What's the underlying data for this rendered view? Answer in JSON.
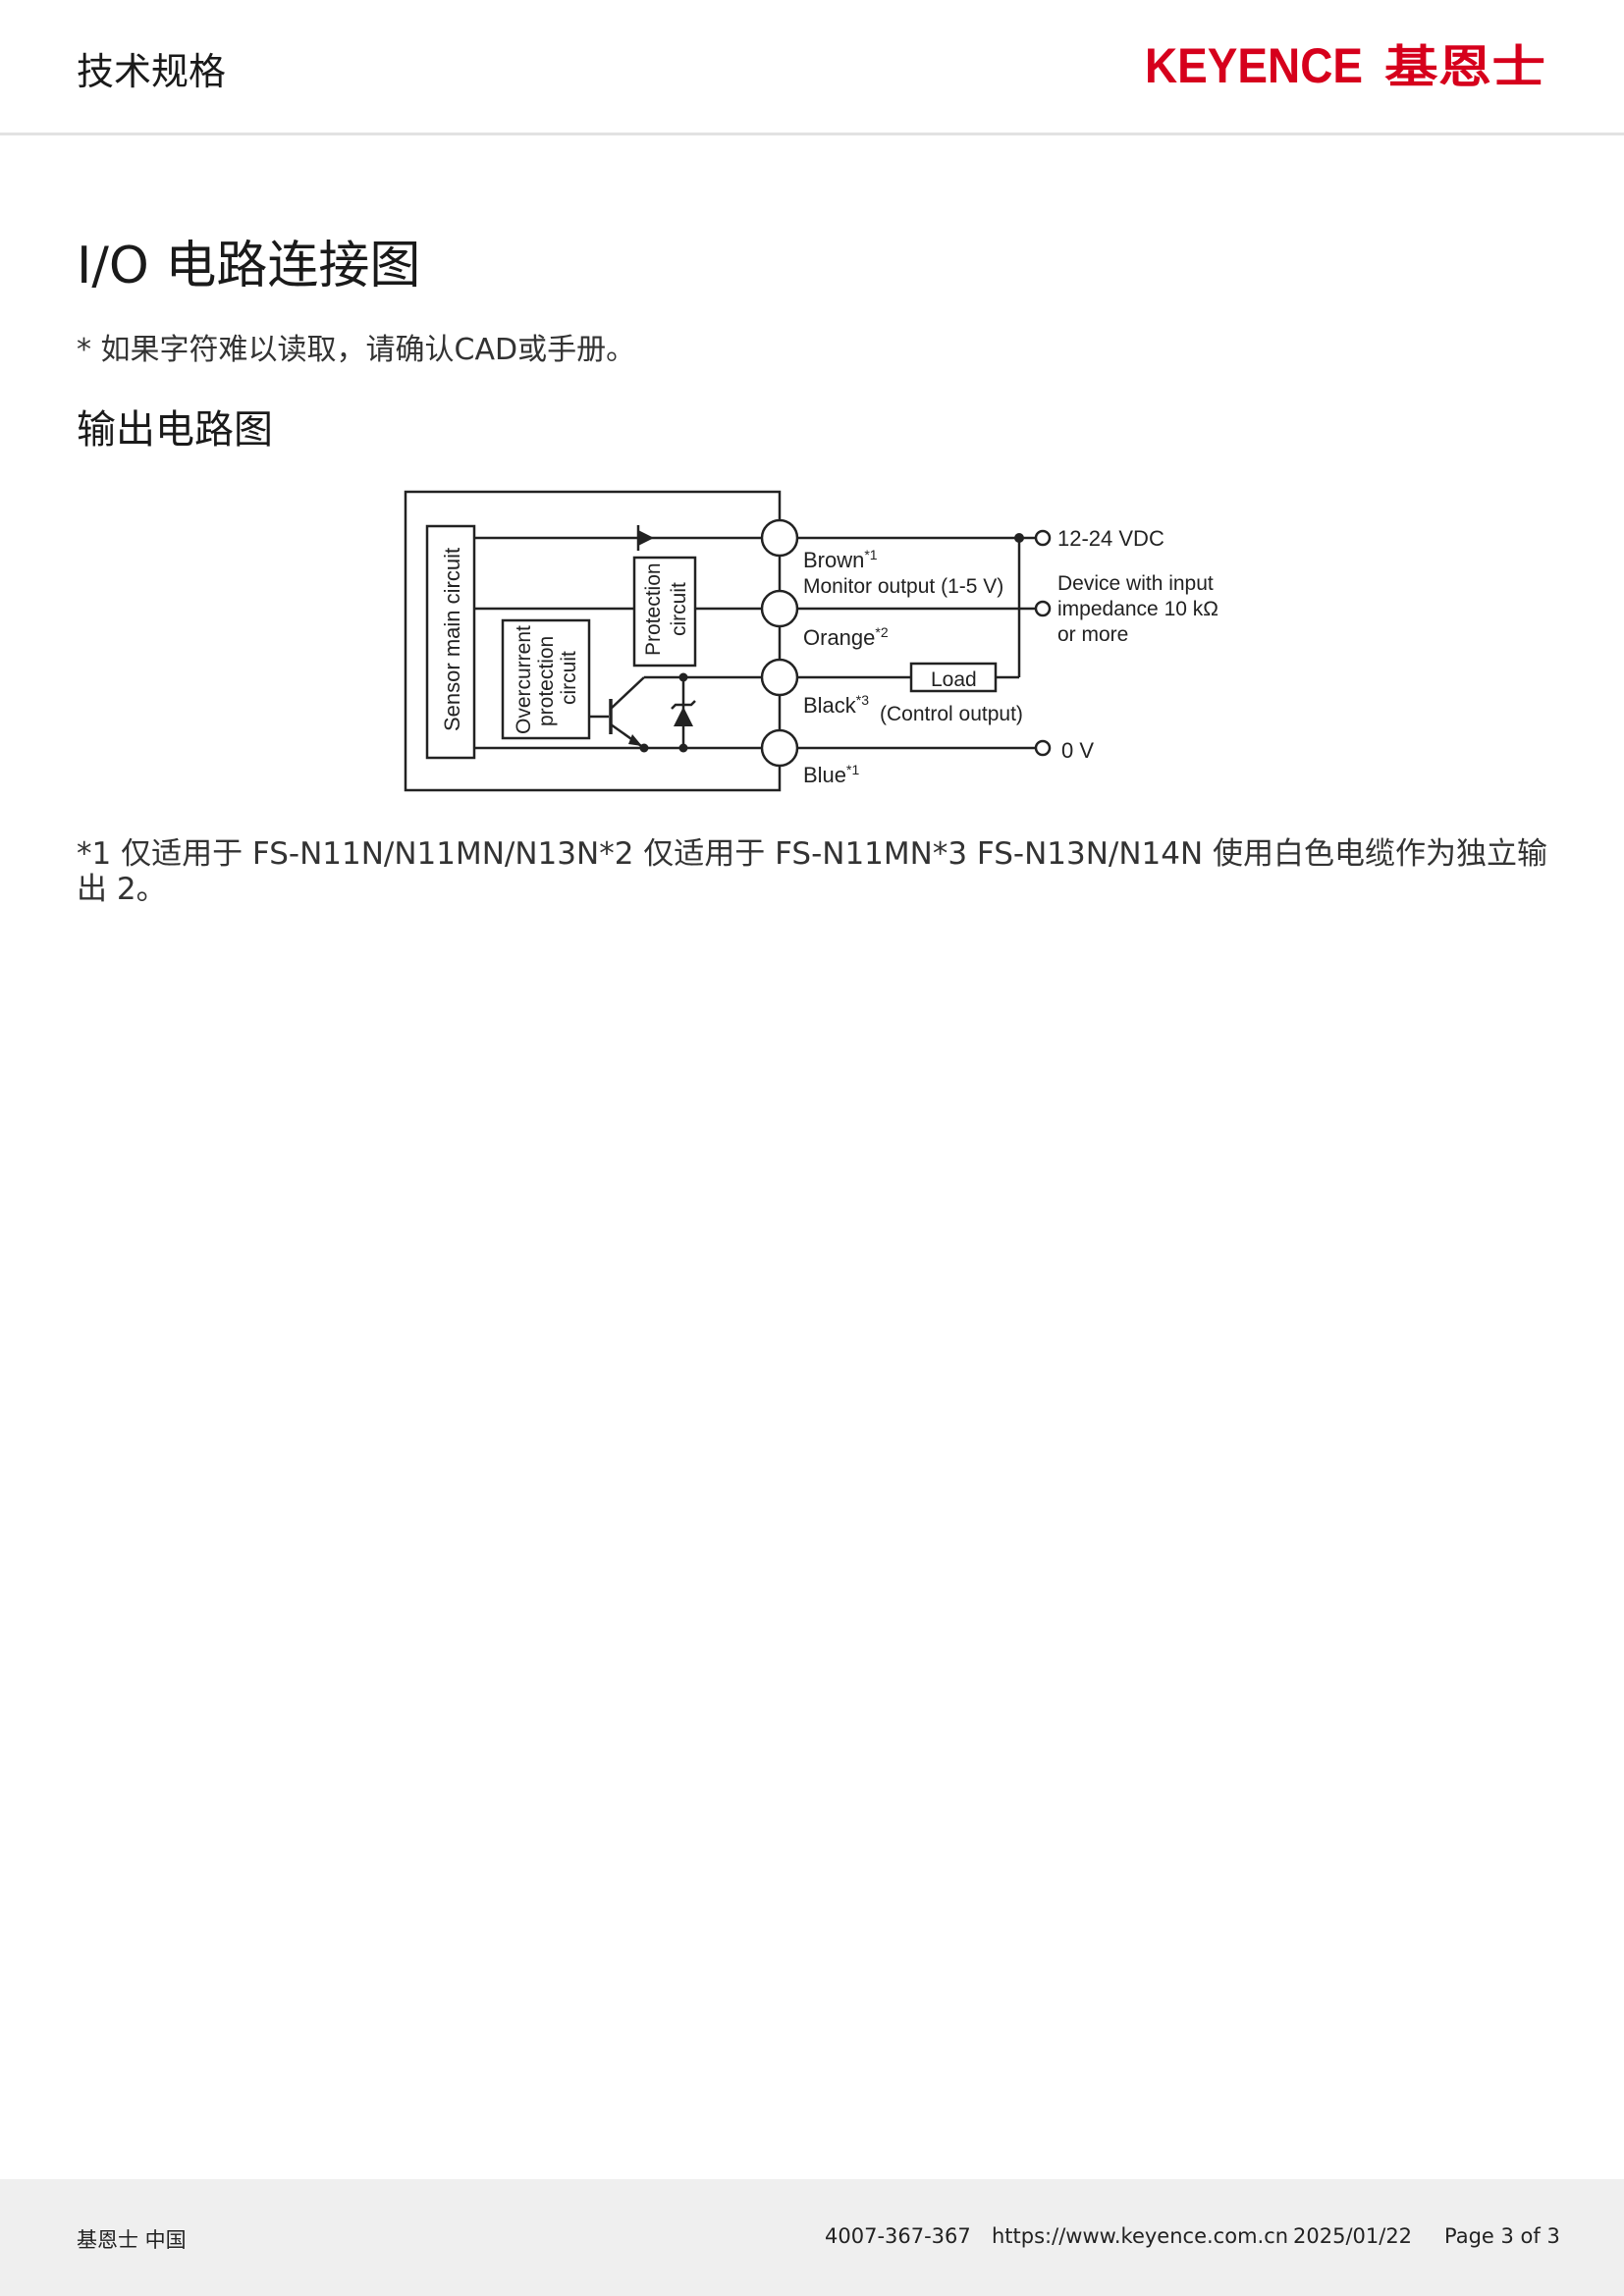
{
  "header": {
    "title": "技术规格",
    "brand_latin": "KEYENCE",
    "brand_chinese": "基恩士",
    "brand_color": "#d6001c"
  },
  "page_title": "I/O 电路连接图",
  "note": "* 如果字符难以读取，请确认CAD或手册。",
  "section_title": "输出电路图",
  "diagram": {
    "sensor_main_circuit": "Sensor main circuit",
    "overcurrent": [
      "Overcurrent",
      "protection",
      "circuit"
    ],
    "protection": [
      "Protection",
      "circuit"
    ],
    "wires": [
      {
        "label": "Brown",
        "mark": "*1"
      },
      {
        "label": "Orange",
        "mark": "*2"
      },
      {
        "label": "Black",
        "mark": "*3"
      },
      {
        "label": "Blue",
        "mark": "*1"
      }
    ],
    "monitor_output": "Monitor output (1-5 V)",
    "control_output": "(Control output)",
    "load": "Load",
    "supply": "12-24 VDC",
    "device_note": [
      "Device with input",
      "impedance 10 kΩ",
      "or more"
    ],
    "zero_v": "0 V"
  },
  "footnote": "*1 仅适用于 FS-N11N/N11MN/N13N*2 仅适用于 FS-N11MN*3 FS-N13N/N14N 使用白色电缆作为独立输出 2。",
  "footer": {
    "company": "基恩士 中国",
    "phone": "4007-367-367",
    "url": "https://www.keyence.com.cn",
    "date": "2025/01/22",
    "page": "Page 3 of 3"
  }
}
